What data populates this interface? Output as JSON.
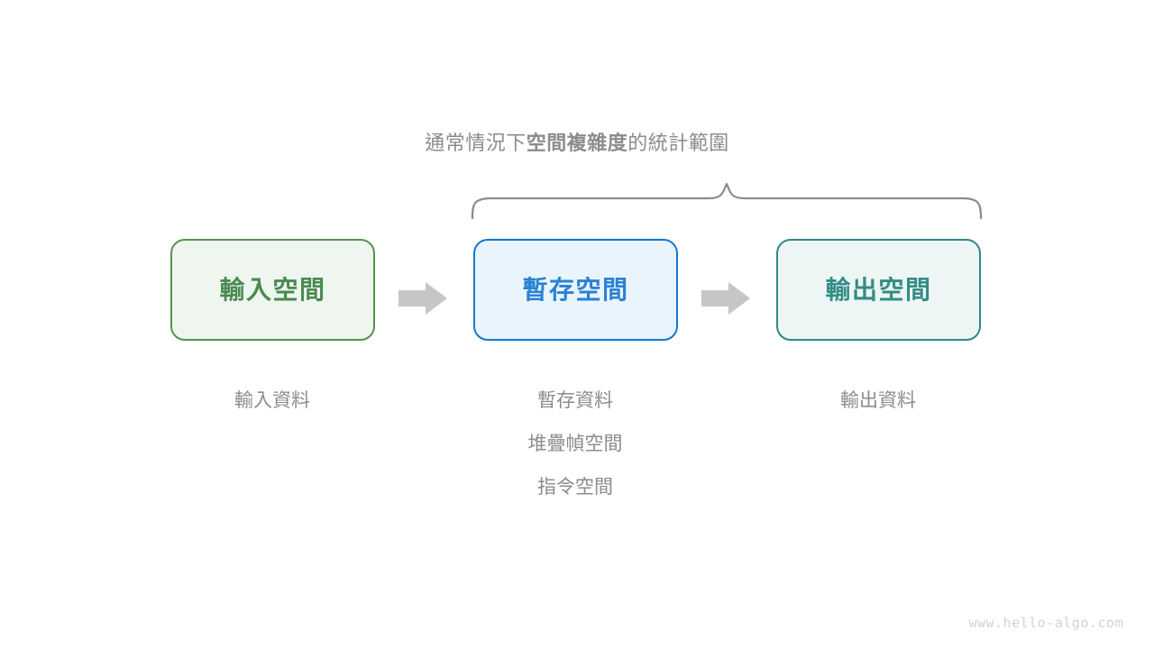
{
  "diagram": {
    "title_prefix": "通常情況下",
    "title_emphasis": "空間複雜度",
    "title_suffix": "的統計範圍",
    "brace_icon": "curly-brace-icon",
    "nodes": [
      {
        "key": "input",
        "label": "輸入空間",
        "border_color": "#57924f",
        "fill_color": "#eff6ef",
        "text_color": "#4a8a52",
        "captions": [
          "輸入資料"
        ]
      },
      {
        "key": "temp",
        "label": "暫存空間",
        "border_color": "#1279cf",
        "fill_color": "#e9f4fd",
        "text_color": "#2a82d4",
        "captions": [
          "暫存資料",
          "堆疊幀空間",
          "指令空間"
        ]
      },
      {
        "key": "output",
        "label": "輸出空間",
        "border_color": "#2d8a87",
        "fill_color": "#edf6f4",
        "text_color": "#358c86",
        "captions": [
          "輸出資料"
        ]
      }
    ],
    "arrows": [
      {
        "key": "arrow-input-to-temp",
        "icon": "right-arrow-icon",
        "color": "#c6c6c6"
      },
      {
        "key": "arrow-temp-to-output",
        "icon": "right-arrow-icon",
        "color": "#c6c6c6"
      }
    ],
    "brace_color": "#8c8c8c",
    "caption_color": "#8c8c8c"
  },
  "watermark": {
    "text": "www.hello-algo.com"
  }
}
